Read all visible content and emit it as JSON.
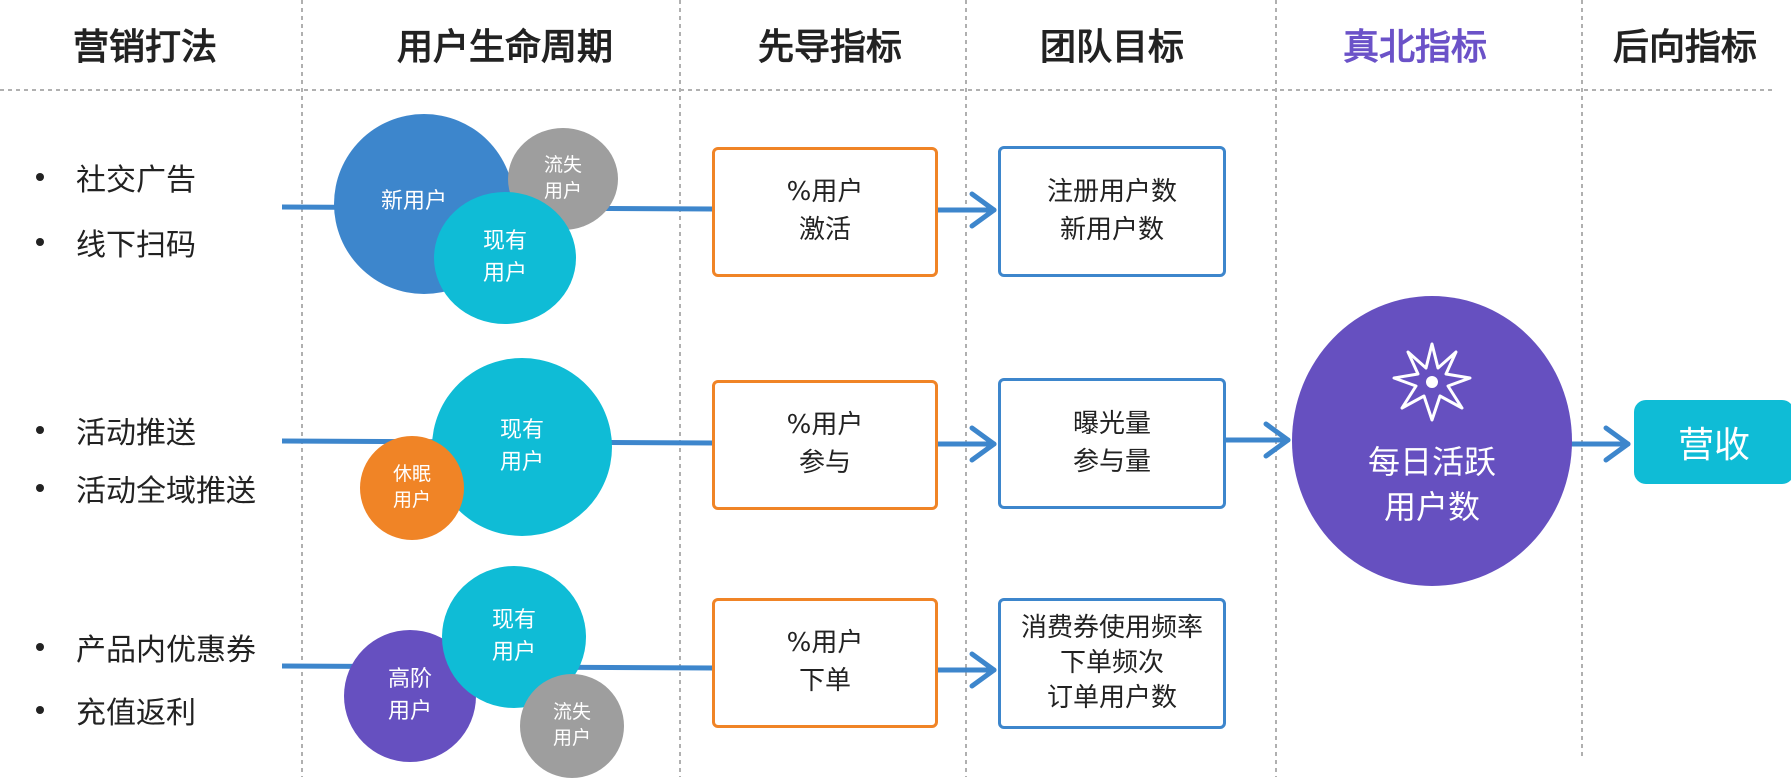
{
  "columns": {
    "tactics": "营销打法",
    "lifecycle": "用户生命周期",
    "leading": "先导指标",
    "team": "团队目标",
    "north_star": "真北指标",
    "lagging": "后向指标"
  },
  "rows": [
    {
      "tactics": [
        "社交广告",
        "线下扫码"
      ],
      "bubbles": {
        "new": [
          "新用户"
        ],
        "churn": [
          "流失",
          "用户"
        ],
        "existing": [
          "现有",
          "用户"
        ]
      },
      "leading": [
        "%用户",
        "激活"
      ],
      "team": [
        "注册用户数",
        "新用户数"
      ]
    },
    {
      "tactics": [
        "活动推送",
        "活动全域推送"
      ],
      "bubbles": {
        "existing": [
          "现有",
          "用户"
        ],
        "dormant": [
          "休眠",
          "用户"
        ]
      },
      "leading": [
        "%用户",
        "参与"
      ],
      "team": [
        "曝光量",
        "参与量"
      ]
    },
    {
      "tactics": [
        "产品内优惠券",
        "充值返利"
      ],
      "bubbles": {
        "premium": [
          "高阶",
          "用户"
        ],
        "existing": [
          "现有",
          "用户"
        ],
        "churn": [
          "流失",
          "用户"
        ]
      },
      "leading": [
        "%用户",
        "下单"
      ],
      "team": [
        "消费券使用频率",
        "下单频次",
        "订单用户数"
      ]
    }
  ],
  "north_star": {
    "icon": "compass-star-icon",
    "lines": [
      "每日活跃",
      "用户数"
    ]
  },
  "lagging": {
    "label": "营收"
  },
  "colors": {
    "blue": "#3d86cc",
    "cyan": "#0fbcd6",
    "gray": "#9e9e9e",
    "orange": "#f08426",
    "purple": "#6650c0",
    "heading_accent": "#6b52c8",
    "line": "#3d86cc",
    "divider": "#b0b0b0"
  }
}
